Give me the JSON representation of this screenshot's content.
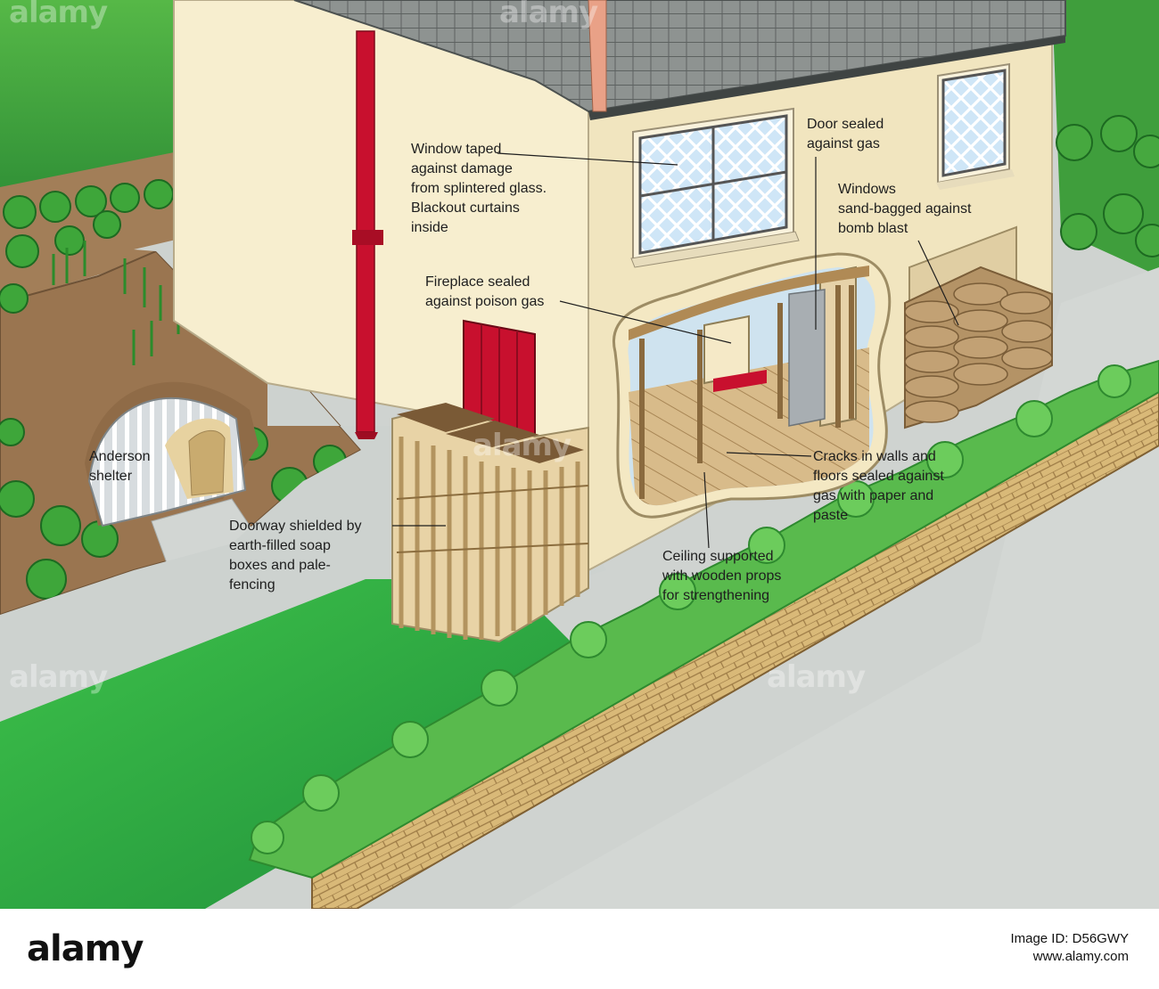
{
  "labels": {
    "window_taped": "Window taped\nagainst damage\nfrom splintered glass.\nBlackout curtains\ninside",
    "door_sealed": "Door sealed\nagainst gas",
    "windows_sandbagged": "Windows\nsand-bagged against\nbomb blast",
    "fireplace_sealed": "Fireplace sealed\nagainst poison gas",
    "anderson_shelter": "Anderson\nshelter",
    "doorway_shielded": "Doorway shielded by\nearth-filled soap\nboxes and pale-\nfencing",
    "cracks_sealed": "Cracks in walls and\nfloors sealed against\ngas with paper and\npaste",
    "ceiling_supported": "Ceiling supported\nwith wooden props\nfor strengthening"
  },
  "watermark": "alamy",
  "footer": {
    "brand": "alamy",
    "stock_id": "Image ID: D56GWY\nwww.alamy.com"
  },
  "colors": {
    "sky_green": "#3aa33a",
    "lawn": "#2fa83c",
    "wall": "#f6ecc8",
    "roof": "#8e9391",
    "path": "#cfd3d0",
    "soil": "#a27e58",
    "red_door": "#c8102e",
    "sandbag": "#b49366"
  }
}
